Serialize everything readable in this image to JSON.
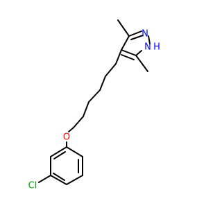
{
  "molecule": {
    "atom_labels": {
      "N": "N",
      "NH": "N",
      "H": "H",
      "O": "O",
      "Cl": "Cl"
    },
    "colors": {
      "bond": "#000000",
      "nitrogen": "#0000ff",
      "oxygen": "#ff0000",
      "chlorine": "#00aa00"
    }
  }
}
